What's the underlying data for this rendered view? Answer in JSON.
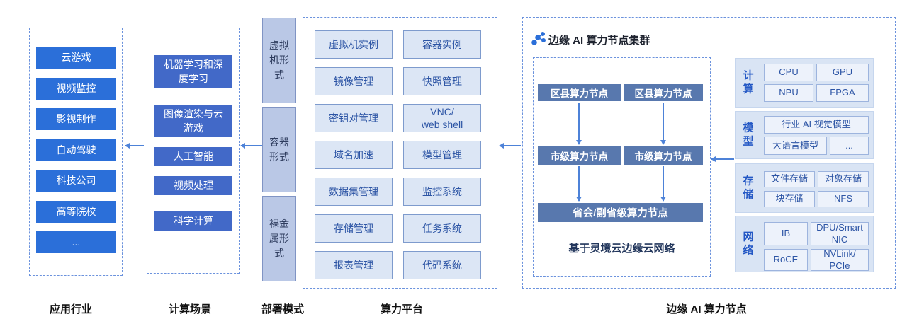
{
  "industries": {
    "label": "应用行业",
    "items": [
      "云游戏",
      "视频监控",
      "影视制作",
      "自动驾驶",
      "科技公司",
      "高等院校",
      "..."
    ]
  },
  "scenarios": {
    "label": "计算场景",
    "items": [
      "机器学习和深度学习",
      "图像渲染与云游戏",
      "人工智能",
      "视频处理",
      "科学计算"
    ]
  },
  "deployment": {
    "label": "部署模式",
    "items": [
      "虚拟机形式",
      "容器形式",
      "裸金属形式"
    ]
  },
  "platform": {
    "label": "算力平台",
    "items": [
      "虚拟机实例",
      "容器实例",
      "镜像管理",
      "快照管理",
      "密钥对管理",
      "VNC/\nweb shell",
      "域名加速",
      "模型管理",
      "数据集管理",
      "监控系统",
      "存储管理",
      "任务系统",
      "报表管理",
      "代码系统"
    ]
  },
  "edge": {
    "section_label": "边缘 AI 算力节点",
    "cluster_title": "边缘 AI 算力节点集群",
    "cluster_icon": "network-cluster-icon",
    "county_nodes": [
      "区县算力节点",
      "区县算力节点"
    ],
    "city_nodes": [
      "市级算力节点",
      "市级算力节点"
    ],
    "provincial_node": "省会/副省级算力节点",
    "network_note": "基于灵境云边缘云网络",
    "hardware": [
      {
        "label": "计算",
        "items": [
          "CPU",
          "GPU",
          "NPU",
          "FPGA"
        ]
      },
      {
        "label": "模型",
        "items": [
          "行业 AI 视觉模型",
          "大语言模型",
          "..."
        ]
      },
      {
        "label": "存储",
        "items": [
          "文件存储",
          "对象存储",
          "块存储",
          "NFS"
        ]
      },
      {
        "label": "网络",
        "items": [
          "IB",
          "DPU/Smart\nNIC",
          "RoCE",
          "NVLink/\nPCIe"
        ]
      }
    ]
  },
  "colors": {
    "industry_item": "#2b6fd9",
    "scenario_item": "#4269c8",
    "deployment_fill": "#bac8e6",
    "deployment_border": "#8094c4",
    "platform_item_fill": "#dce6f5",
    "platform_item_border": "#7e9bcd",
    "cluster_node_fill": "#5878ae",
    "hardware_panel_fill": "#d9e4f4",
    "hardware_item_fill": "#edf2fb",
    "arrow": "#4d82d8",
    "dashed_border": "#6b92dd"
  }
}
